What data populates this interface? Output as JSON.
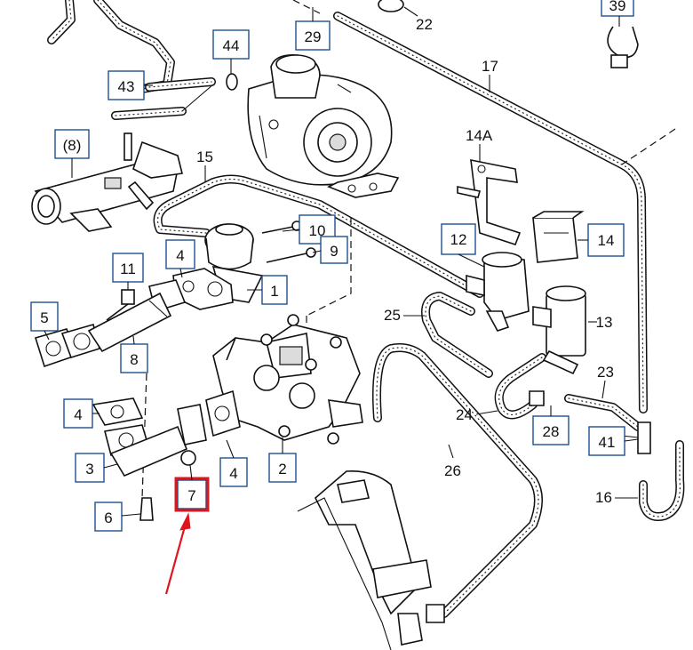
{
  "diagram": {
    "boxed_labels": [
      {
        "id": "39",
        "text": "39"
      },
      {
        "id": "29",
        "text": "29"
      },
      {
        "id": "44",
        "text": "44"
      },
      {
        "id": "43",
        "text": "43"
      },
      {
        "id": "8p",
        "text": "(8)"
      },
      {
        "id": "10",
        "text": "10"
      },
      {
        "id": "9",
        "text": "9"
      },
      {
        "id": "4a",
        "text": "4"
      },
      {
        "id": "11",
        "text": "11"
      },
      {
        "id": "1",
        "text": "1"
      },
      {
        "id": "5",
        "text": "5"
      },
      {
        "id": "8",
        "text": "8"
      },
      {
        "id": "4b",
        "text": "4"
      },
      {
        "id": "3",
        "text": "3"
      },
      {
        "id": "7",
        "text": "7"
      },
      {
        "id": "4c",
        "text": "4"
      },
      {
        "id": "2",
        "text": "2"
      },
      {
        "id": "6",
        "text": "6"
      },
      {
        "id": "12",
        "text": "12"
      },
      {
        "id": "14",
        "text": "14"
      },
      {
        "id": "13",
        "text": "13"
      },
      {
        "id": "28",
        "text": "28"
      },
      {
        "id": "41",
        "text": "41"
      }
    ],
    "plain_labels": [
      {
        "id": "22",
        "text": "22"
      },
      {
        "id": "17",
        "text": "17"
      },
      {
        "id": "14A",
        "text": "14A"
      },
      {
        "id": "15",
        "text": "15"
      },
      {
        "id": "25",
        "text": "25"
      },
      {
        "id": "23",
        "text": "23"
      },
      {
        "id": "24",
        "text": "24"
      },
      {
        "id": "26",
        "text": "26"
      },
      {
        "id": "16",
        "text": "16"
      }
    ],
    "highlight": {
      "label": "7",
      "box_color": "#e0141b",
      "arrow_color": "#e0141b"
    },
    "label_border_color": "#1f4f8f"
  }
}
